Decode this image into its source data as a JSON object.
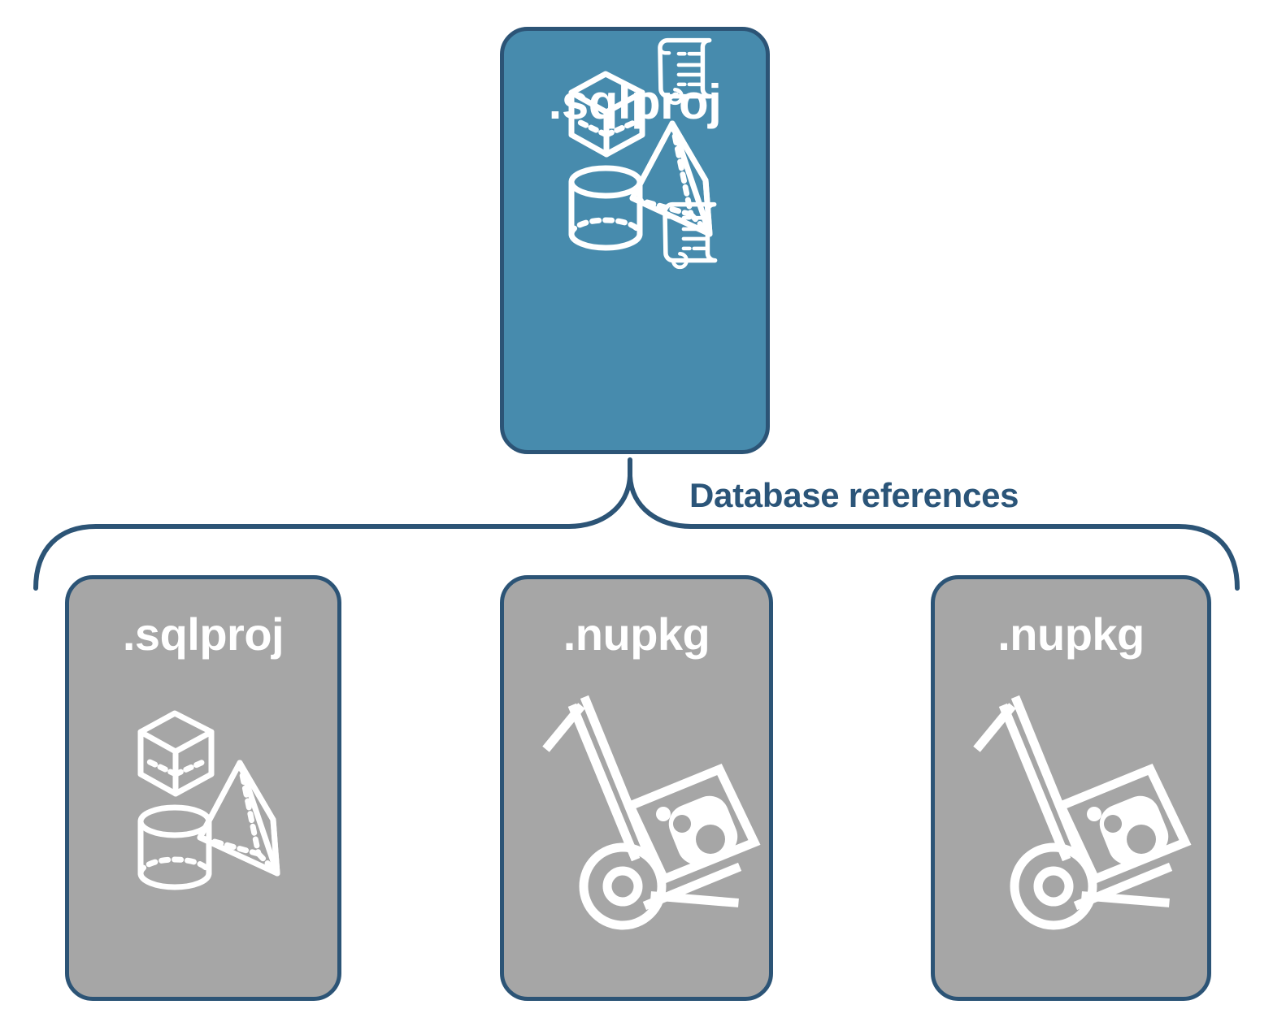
{
  "diagram": {
    "type": "hierarchy-brace",
    "title_color": "#2b5579",
    "colors": {
      "primary_fill": "#478bad",
      "secondary_fill": "#a6a6a6",
      "outline": "#2c5476",
      "icon": "#ffffff",
      "label_text": "#2b5579",
      "background": "#ffffff"
    },
    "relationship_label": "Database references",
    "parent": {
      "label": ".sqlproj",
      "fill": "primary",
      "icons": [
        "cube-icon",
        "scroll-icon",
        "pyramid-icon",
        "cylinder-icon",
        "scroll-icon"
      ]
    },
    "children": [
      {
        "label": ".sqlproj",
        "fill": "secondary",
        "icons": [
          "cube-icon",
          "pyramid-icon",
          "cylinder-icon"
        ]
      },
      {
        "label": ".nupkg",
        "fill": "secondary",
        "icons": [
          "hand-truck-package-icon"
        ]
      },
      {
        "label": ".nupkg",
        "fill": "secondary",
        "icons": [
          "hand-truck-package-icon"
        ]
      }
    ]
  }
}
